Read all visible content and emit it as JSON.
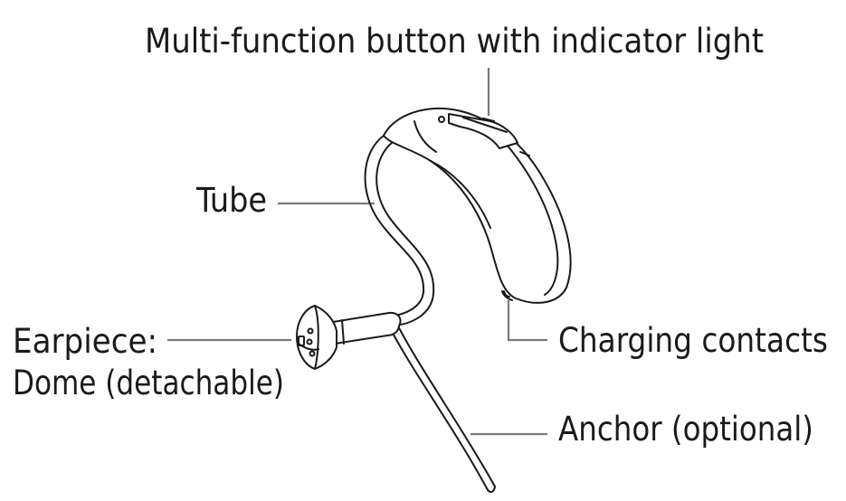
{
  "labels": {
    "button": "Multi-function button with indicator light",
    "tube": "Tube",
    "earpiece_line1": "Earpiece:",
    "earpiece_line2": "Dome (detachable)",
    "charging": "Charging contacts",
    "anchor": "Anchor (optional)"
  },
  "colors": {
    "ink": "#1a1a1a",
    "leader": "#7a7a7a",
    "background": "#ffffff"
  }
}
